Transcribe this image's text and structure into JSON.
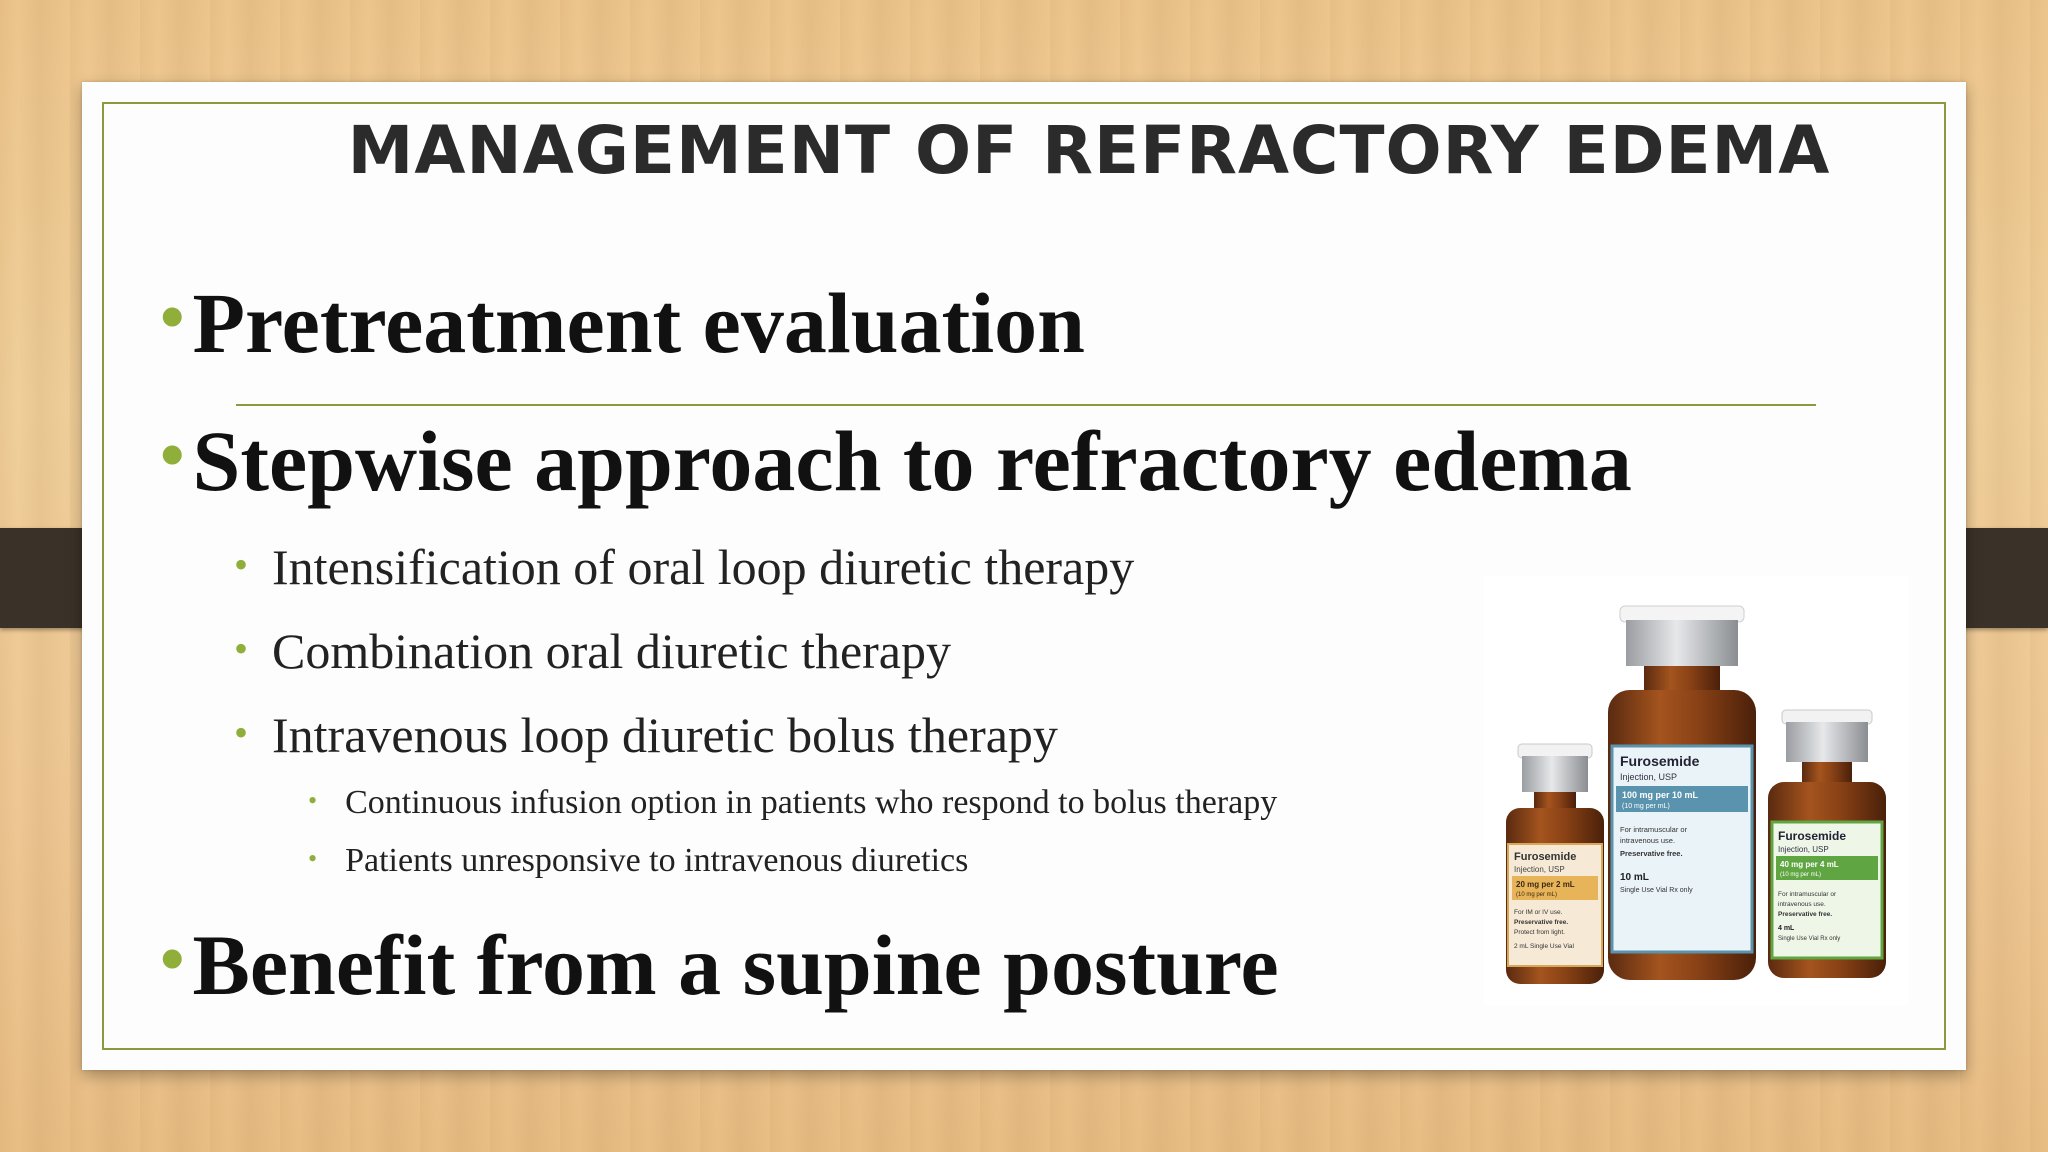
{
  "slide": {
    "title": "MANAGEMENT OF REFRACTORY EDEMA",
    "bullets_level1": [
      "Pretreatment evaluation",
      "Stepwise approach to refractory edema",
      "Benefit from a supine posture"
    ],
    "bullets_level2": [
      "Intensification of  oral loop diuretic therapy",
      "Combination oral diuretic therapy",
      "Intravenous loop diuretic bolus therapy"
    ],
    "bullets_level3": [
      "Continuous infusion option in patients who respond to bolus therapy",
      "Patients unresponsive to intravenous diuretics"
    ],
    "bullet_glyph": "•"
  },
  "vials": {
    "small": {
      "brand": "Furosemide",
      "sub": "Injection, USP",
      "dose": "20 mg per 2 mL",
      "conc": "(10 mg per mL)",
      "lines": [
        "For IM or IV use.",
        "Preservative free.",
        "Protect from light."
      ],
      "foot": "2 mL Single Use Vial"
    },
    "large": {
      "brand": "Furosemide",
      "sub": "Injection, USP",
      "dose": "100 mg per 10 mL",
      "conc": "(10 mg per mL)",
      "lines": [
        "For intramuscular or",
        "intravenous use.",
        "Preservative free."
      ],
      "vol": "10 mL",
      "foot": "Single Use Vial   Rx only"
    },
    "medium": {
      "brand": "Furosemide",
      "sub": "Injection, USP",
      "dose": "40 mg per 4 mL",
      "conc": "(10 mg per mL)",
      "lines": [
        "For intramuscular or",
        "intravenous use.",
        "Preservative free."
      ],
      "vol": "4 mL",
      "foot": "Single Use Vial  Rx only"
    }
  },
  "colors": {
    "accent_green": "#8fae3a",
    "frame_green": "#8a9a3e",
    "title": "#2b2b2b",
    "clip": "#3a3128"
  }
}
